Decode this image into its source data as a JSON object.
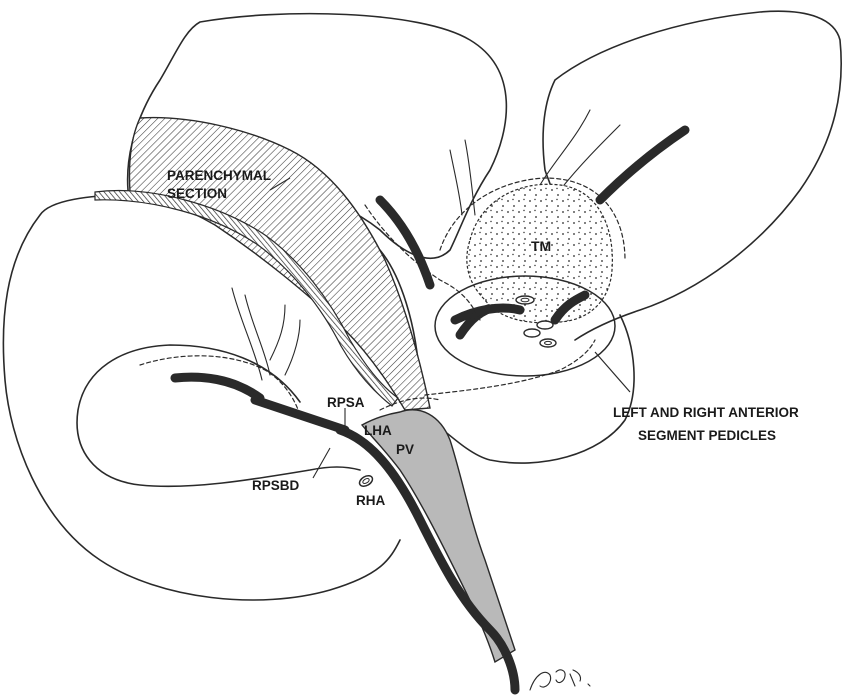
{
  "labels": {
    "parenchymal_section_line1": "PARENCHYMAL",
    "parenchymal_section_line2": "SECTION",
    "tm": "TM",
    "pedicles_line1": "LEFT AND RIGHT ANTERIOR",
    "pedicles_line2": "SEGMENT PEDICLES",
    "rpsa": "RPSA",
    "lha": "LHA",
    "pv": "PV",
    "rpsbd": "RPSBD",
    "rha": "RHA"
  },
  "colors": {
    "line": "#2a2a2a",
    "portal_vein_fill": "#b9b9b9",
    "background": "#ffffff"
  }
}
